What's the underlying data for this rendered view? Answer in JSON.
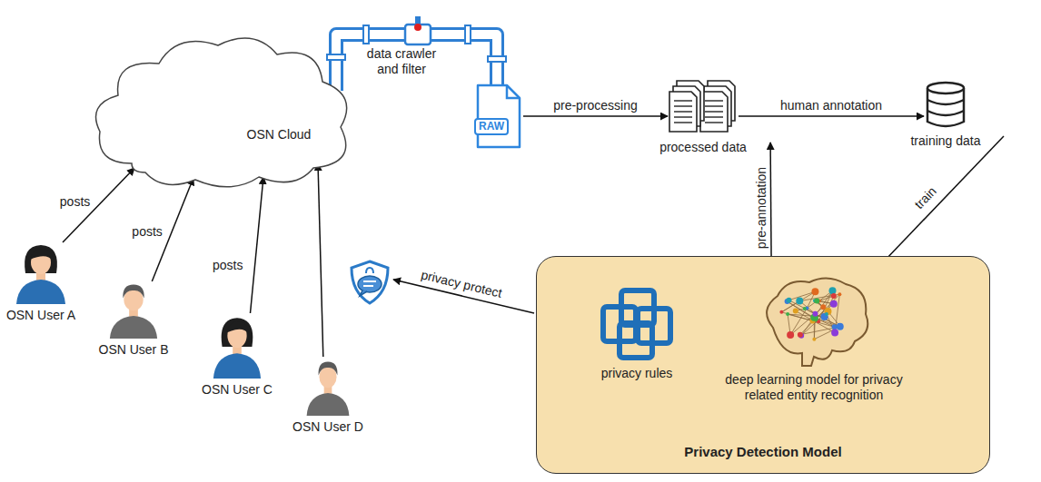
{
  "diagram": {
    "nodes": [
      {
        "text": [
          "OSN Cloud"
        ]
      },
      {
        "text": [
          "RAW"
        ]
      },
      {
        "text": [
          "processed data"
        ]
      },
      {
        "text": [
          "training data"
        ]
      },
      {
        "text": [
          "Privacy Detection Model"
        ]
      },
      {
        "text": [
          "privacy rules"
        ],
        "in": 4
      },
      {
        "text": [
          "deep learning model for privacy related entity recognition"
        ],
        "in": 4
      },
      {
        "text": [
          "OSN User A"
        ]
      },
      {
        "text": [
          "OSN User B"
        ]
      },
      {
        "text": [
          "OSN User C"
        ]
      },
      {
        "text": [
          "OSN User D"
        ]
      }
    ],
    "edges": [
      {
        "from": 7,
        "to": 0,
        "label": "posts",
        "arrow": "to"
      },
      {
        "from": 8,
        "to": 0,
        "label": "posts",
        "arrow": "to"
      },
      {
        "from": 9,
        "to": 0,
        "label": "posts",
        "arrow": "to"
      },
      {
        "from": 10,
        "to": 0,
        "arrow": "to"
      },
      {
        "from": 1,
        "to": 2,
        "label": "pre-processing",
        "arrow": "to"
      },
      {
        "from": 2,
        "to": 3,
        "label": "human annotation",
        "arrow": "to"
      },
      {
        "from": 3,
        "to": 6,
        "label": "train",
        "arrow": "to"
      },
      {
        "from": 6,
        "to": 2,
        "label": "pre-annotation",
        "arrow": "to"
      }
    ],
    "labels": [
      "data crawler and filter",
      "privacy protect"
    ]
  }
}
